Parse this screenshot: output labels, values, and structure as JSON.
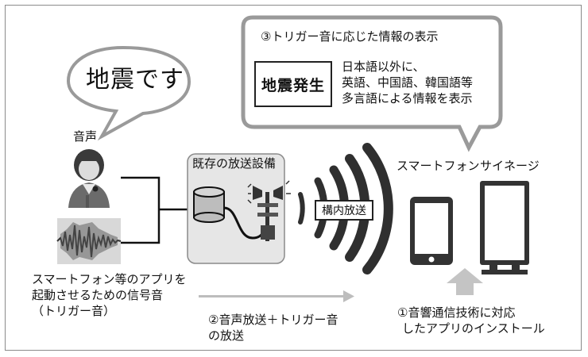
{
  "speech": {
    "text": "地震です"
  },
  "voice_label": "音声",
  "info_callout": {
    "title": "③トリガー音に応じた情報の表示",
    "box_text": "地震発生",
    "lines": [
      "日本語以外に、",
      "英語、中国語、韓国語等",
      "多言語による情報を表示"
    ]
  },
  "equipment_label": "既存の放送設備",
  "broadcast_label": "構内放送",
  "devices": {
    "smartphone": "スマートフォン",
    "signage": "サイネージ"
  },
  "trigger_caption": [
    "スマートフォン等のアプリを",
    "起動させるための信号音",
    "（トリガー音）"
  ],
  "step2": [
    "②音声放送＋トリガー音",
    "の放送"
  ],
  "step1": [
    "①音響通信技術に対応",
    "したアプリのインストール"
  ]
}
